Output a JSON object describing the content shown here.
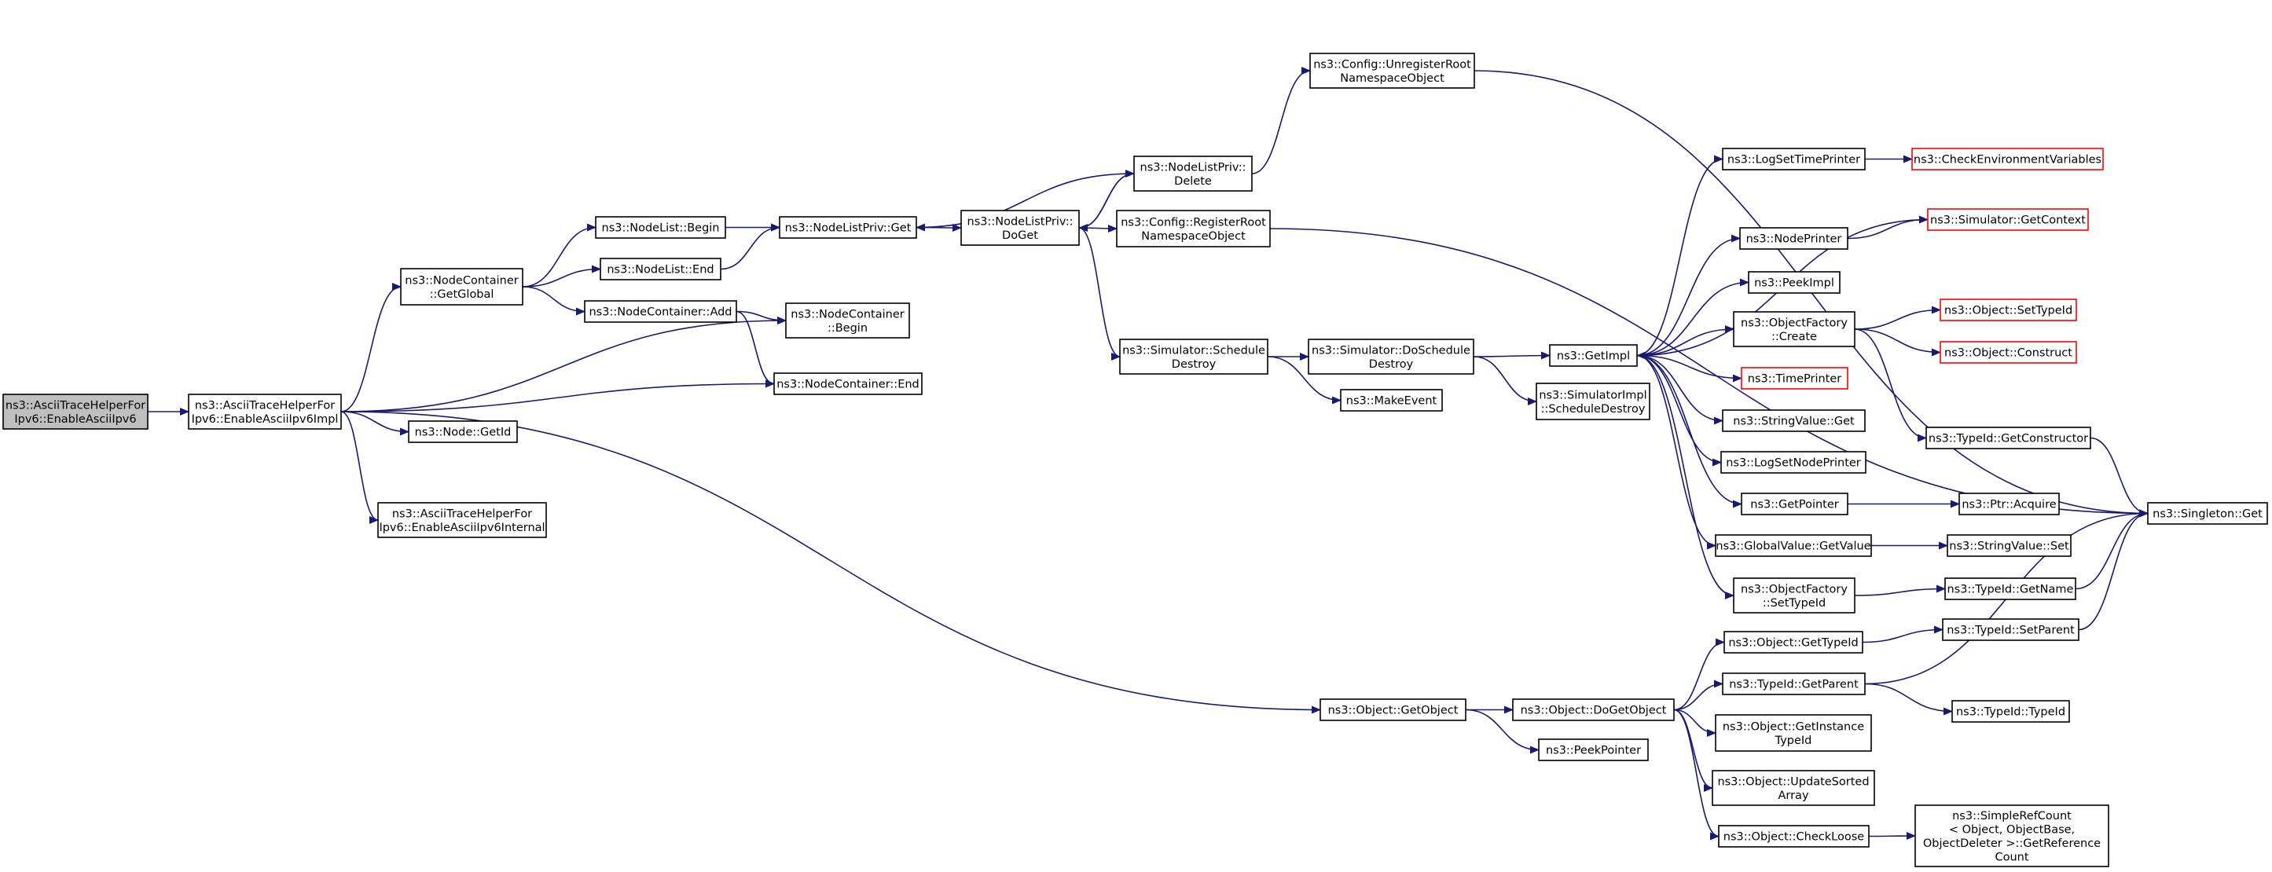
{
  "diagram": {
    "type": "call-graph",
    "nodes": [
      {
        "id": "root",
        "lines": [
          "ns3::AsciiTraceHelperFor",
          "Ipv6::EnableAsciiIpv6"
        ],
        "style": "root"
      },
      {
        "id": "impl",
        "lines": [
          "ns3::AsciiTraceHelperFor",
          "Ipv6::EnableAsciiIpv6Impl"
        ]
      },
      {
        "id": "ncGetGlobal",
        "lines": [
          "ns3::NodeContainer",
          "::GetGlobal"
        ]
      },
      {
        "id": "nodeGetId",
        "lines": [
          "ns3::Node::GetId"
        ]
      },
      {
        "id": "internal",
        "lines": [
          "ns3::AsciiTraceHelperFor",
          "Ipv6::EnableAsciiIpv6Internal"
        ]
      },
      {
        "id": "nlBegin",
        "lines": [
          "ns3::NodeList::Begin"
        ]
      },
      {
        "id": "nlEnd",
        "lines": [
          "ns3::NodeList::End"
        ]
      },
      {
        "id": "ncAdd",
        "lines": [
          "ns3::NodeContainer::Add"
        ]
      },
      {
        "id": "nlpGet",
        "lines": [
          "ns3::NodeListPriv::Get"
        ]
      },
      {
        "id": "ncBegin",
        "lines": [
          "ns3::NodeContainer",
          "::Begin"
        ]
      },
      {
        "id": "ncEnd",
        "lines": [
          "ns3::NodeContainer::End"
        ]
      },
      {
        "id": "nlpDoGet",
        "lines": [
          "ns3::NodeListPriv::",
          "DoGet"
        ]
      },
      {
        "id": "nlpDelete",
        "lines": [
          "ns3::NodeListPriv::",
          "Delete"
        ]
      },
      {
        "id": "cfgReg",
        "lines": [
          "ns3::Config::RegisterRoot",
          "NamespaceObject"
        ]
      },
      {
        "id": "cfgUnreg",
        "lines": [
          "ns3::Config::UnregisterRoot",
          "NamespaceObject"
        ]
      },
      {
        "id": "simSched",
        "lines": [
          "ns3::Simulator::Schedule",
          "Destroy"
        ]
      },
      {
        "id": "simDoSched",
        "lines": [
          "ns3::Simulator::DoSchedule",
          "Destroy"
        ]
      },
      {
        "id": "makeEvent",
        "lines": [
          "ns3::MakeEvent"
        ]
      },
      {
        "id": "getImpl",
        "lines": [
          "ns3::GetImpl"
        ]
      },
      {
        "id": "simImplSched",
        "lines": [
          "ns3::SimulatorImpl",
          "::ScheduleDestroy"
        ]
      },
      {
        "id": "logSetTP",
        "lines": [
          "ns3::LogSetTimePrinter"
        ]
      },
      {
        "id": "checkEnv",
        "lines": [
          "ns3::CheckEnvironmentVariables"
        ],
        "style": "ext"
      },
      {
        "id": "simGetCtx",
        "lines": [
          "ns3::Simulator::GetContext"
        ],
        "style": "ext"
      },
      {
        "id": "nodePrinter",
        "lines": [
          "ns3::NodePrinter"
        ]
      },
      {
        "id": "peekImpl",
        "lines": [
          "ns3::PeekImpl"
        ]
      },
      {
        "id": "ofCreate",
        "lines": [
          "ns3::ObjectFactory",
          "::Create"
        ]
      },
      {
        "id": "objSetTypeId",
        "lines": [
          "ns3::Object::SetTypeId"
        ],
        "style": "ext"
      },
      {
        "id": "objConstruct",
        "lines": [
          "ns3::Object::Construct"
        ],
        "style": "ext"
      },
      {
        "id": "timePrinter",
        "lines": [
          "ns3::TimePrinter"
        ],
        "style": "ext"
      },
      {
        "id": "svGet",
        "lines": [
          "ns3::StringValue::Get"
        ]
      },
      {
        "id": "tidGetCtor",
        "lines": [
          "ns3::TypeId::GetConstructor"
        ]
      },
      {
        "id": "logSetNP",
        "lines": [
          "ns3::LogSetNodePrinter"
        ]
      },
      {
        "id": "getPointer",
        "lines": [
          "ns3::GetPointer"
        ]
      },
      {
        "id": "ptrAcquire",
        "lines": [
          "ns3::Ptr::Acquire"
        ]
      },
      {
        "id": "singleton",
        "lines": [
          "ns3::Singleton::Get"
        ]
      },
      {
        "id": "gvGetValue",
        "lines": [
          "ns3::GlobalValue::GetValue"
        ]
      },
      {
        "id": "svSet",
        "lines": [
          "ns3::StringValue::Set"
        ]
      },
      {
        "id": "ofSetTypeId",
        "lines": [
          "ns3::ObjectFactory",
          "::SetTypeId"
        ]
      },
      {
        "id": "tidGetName",
        "lines": [
          "ns3::TypeId::GetName"
        ]
      },
      {
        "id": "objGetTypeId",
        "lines": [
          "ns3::Object::GetTypeId"
        ]
      },
      {
        "id": "tidSetParent",
        "lines": [
          "ns3::TypeId::SetParent"
        ]
      },
      {
        "id": "objGetObject",
        "lines": [
          "ns3::Object::GetObject"
        ]
      },
      {
        "id": "objDoGetObject",
        "lines": [
          "ns3::Object::DoGetObject"
        ]
      },
      {
        "id": "tidGetParent",
        "lines": [
          "ns3::TypeId::GetParent"
        ]
      },
      {
        "id": "tidTypeId",
        "lines": [
          "ns3::TypeId::TypeId"
        ]
      },
      {
        "id": "peekPointer",
        "lines": [
          "ns3::PeekPointer"
        ]
      },
      {
        "id": "objGetInstTid",
        "lines": [
          "ns3::Object::GetInstance",
          "TypeId"
        ]
      },
      {
        "id": "objUpdSorted",
        "lines": [
          "ns3::Object::UpdateSorted",
          "Array"
        ]
      },
      {
        "id": "objCheckLoose",
        "lines": [
          "ns3::Object::CheckLoose"
        ]
      },
      {
        "id": "srcGetRef",
        "lines": [
          "ns3::SimpleRefCount",
          "< Object, ObjectBase,",
          "ObjectDeleter >::GetReference",
          "Count"
        ]
      }
    ],
    "edges": [
      [
        "root",
        "impl"
      ],
      [
        "impl",
        "ncGetGlobal"
      ],
      [
        "impl",
        "ncBegin"
      ],
      [
        "impl",
        "ncEnd"
      ],
      [
        "impl",
        "nodeGetId"
      ],
      [
        "impl",
        "internal"
      ],
      [
        "impl",
        "objGetObject"
      ],
      [
        "ncGetGlobal",
        "nlBegin"
      ],
      [
        "ncGetGlobal",
        "nlEnd"
      ],
      [
        "ncGetGlobal",
        "ncAdd"
      ],
      [
        "nlBegin",
        "nlpGet"
      ],
      [
        "nlEnd",
        "nlpGet"
      ],
      [
        "ncAdd",
        "ncBegin"
      ],
      [
        "ncAdd",
        "ncEnd"
      ],
      [
        "nlpGet",
        "nlpDoGet"
      ],
      [
        "nlpDoGet",
        "nlpDelete"
      ],
      [
        "nlpDoGet",
        "cfgReg"
      ],
      [
        "nlpDoGet",
        "simSched"
      ],
      [
        "nlpDelete",
        "nlpGet"
      ],
      [
        "nlpDelete",
        "nlpDoGet"
      ],
      [
        "nlpDelete",
        "cfgUnreg"
      ],
      [
        "cfgReg",
        "singleton"
      ],
      [
        "cfgUnreg",
        "singleton"
      ],
      [
        "simSched",
        "simDoSched"
      ],
      [
        "simSched",
        "makeEvent"
      ],
      [
        "simDoSched",
        "getImpl"
      ],
      [
        "simDoSched",
        "simImplSched"
      ],
      [
        "getImpl",
        "logSetTP"
      ],
      [
        "getImpl",
        "nodePrinter"
      ],
      [
        "getImpl",
        "peekImpl"
      ],
      [
        "getImpl",
        "ofCreate"
      ],
      [
        "getImpl",
        "timePrinter"
      ],
      [
        "getImpl",
        "svGet"
      ],
      [
        "getImpl",
        "logSetNP"
      ],
      [
        "getImpl",
        "getPointer"
      ],
      [
        "getImpl",
        "gvGetValue"
      ],
      [
        "getImpl",
        "ofSetTypeId"
      ],
      [
        "simGetCtx",
        "getImpl"
      ],
      [
        "logSetTP",
        "checkEnv"
      ],
      [
        "nodePrinter",
        "simGetCtx"
      ],
      [
        "ofCreate",
        "objSetTypeId"
      ],
      [
        "ofCreate",
        "objConstruct"
      ],
      [
        "ofCreate",
        "tidGetCtor"
      ],
      [
        "tidGetCtor",
        "singleton"
      ],
      [
        "getPointer",
        "ptrAcquire"
      ],
      [
        "gvGetValue",
        "svSet"
      ],
      [
        "ofSetTypeId",
        "tidGetName"
      ],
      [
        "tidGetName",
        "singleton"
      ],
      [
        "objGetTypeId",
        "tidSetParent"
      ],
      [
        "tidSetParent",
        "singleton"
      ],
      [
        "objGetObject",
        "objDoGetObject"
      ],
      [
        "objGetObject",
        "peekPointer"
      ],
      [
        "objDoGetObject",
        "objGetTypeId"
      ],
      [
        "objDoGetObject",
        "tidGetParent"
      ],
      [
        "objDoGetObject",
        "objGetInstTid"
      ],
      [
        "objDoGetObject",
        "objUpdSorted"
      ],
      [
        "objDoGetObject",
        "objCheckLoose"
      ],
      [
        "tidGetParent",
        "tidTypeId"
      ],
      [
        "tidGetParent",
        "singleton"
      ],
      [
        "objCheckLoose",
        "srcGetRef"
      ]
    ]
  },
  "colors": {
    "edge": "#191970",
    "node_border": "#000000",
    "external_border": "#ff0000",
    "root_fill": "#bfbfbf"
  }
}
